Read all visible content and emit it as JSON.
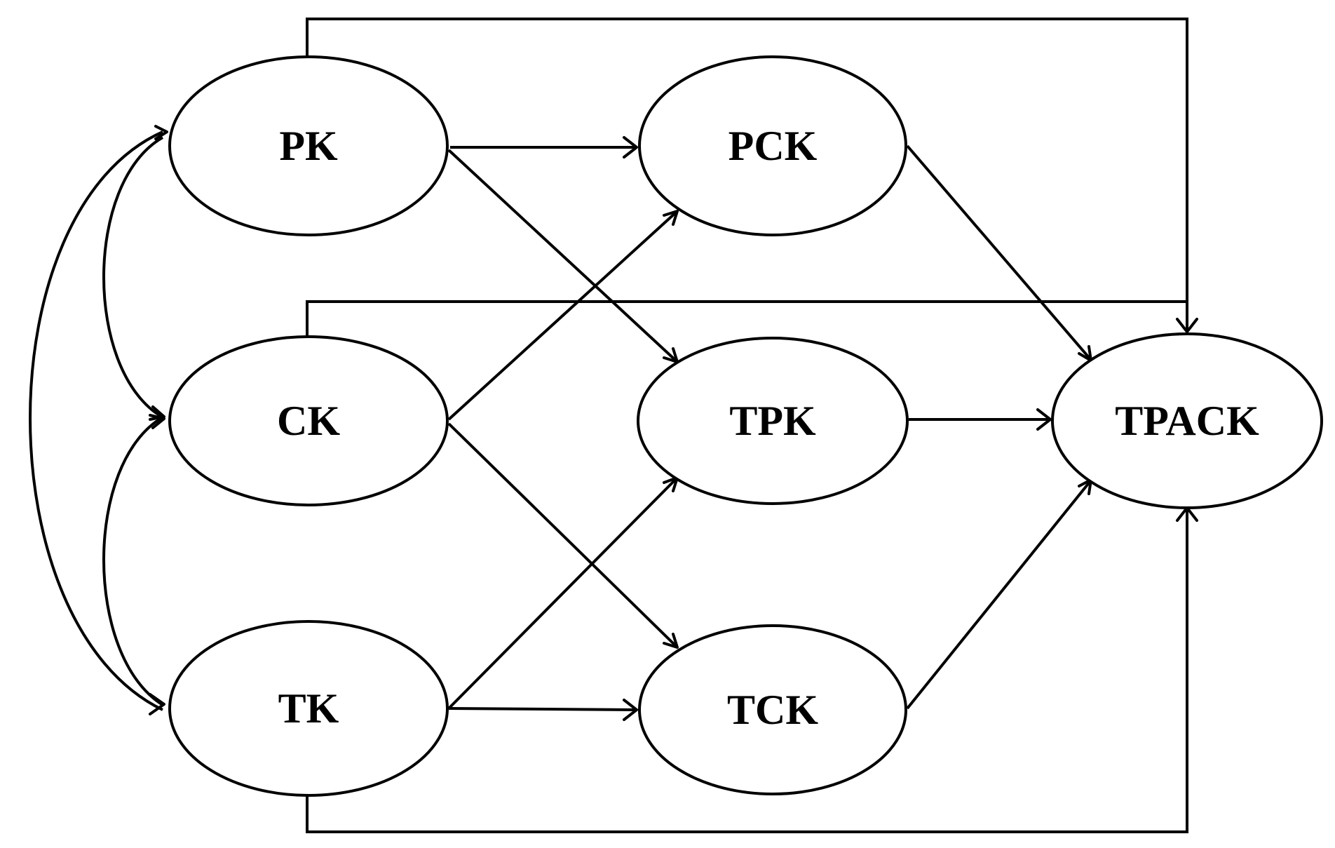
{
  "nodes": [
    {
      "id": "pk",
      "label": "PK"
    },
    {
      "id": "ck",
      "label": "CK"
    },
    {
      "id": "tk",
      "label": "TK"
    },
    {
      "id": "pck",
      "label": "PCK"
    },
    {
      "id": "tpk",
      "label": "TPK"
    },
    {
      "id": "tck",
      "label": "TCK"
    },
    {
      "id": "tpack",
      "label": "TPACK"
    }
  ],
  "edges": [
    {
      "from": "pk",
      "to": "pck",
      "type": "directed"
    },
    {
      "from": "pk",
      "to": "tpk",
      "type": "directed"
    },
    {
      "from": "ck",
      "to": "pck",
      "type": "directed"
    },
    {
      "from": "ck",
      "to": "tck",
      "type": "directed"
    },
    {
      "from": "tk",
      "to": "tpk",
      "type": "directed"
    },
    {
      "from": "tk",
      "to": "tck",
      "type": "directed"
    },
    {
      "from": "pck",
      "to": "tpack",
      "type": "directed"
    },
    {
      "from": "tpk",
      "to": "tpack",
      "type": "directed"
    },
    {
      "from": "tck",
      "to": "tpack",
      "type": "directed"
    },
    {
      "from": "pk",
      "to": "tpack",
      "type": "directed"
    },
    {
      "from": "ck",
      "to": "tpack",
      "type": "directed"
    },
    {
      "from": "tk",
      "to": "tpack",
      "type": "directed"
    },
    {
      "from": "pk",
      "to": "ck",
      "type": "bidirectional"
    },
    {
      "from": "ck",
      "to": "tk",
      "type": "bidirectional"
    },
    {
      "from": "pk",
      "to": "tk",
      "type": "bidirectional"
    }
  ],
  "colors": {
    "stroke": "#000000",
    "fill": "#ffffff",
    "background": "#ffffff"
  }
}
